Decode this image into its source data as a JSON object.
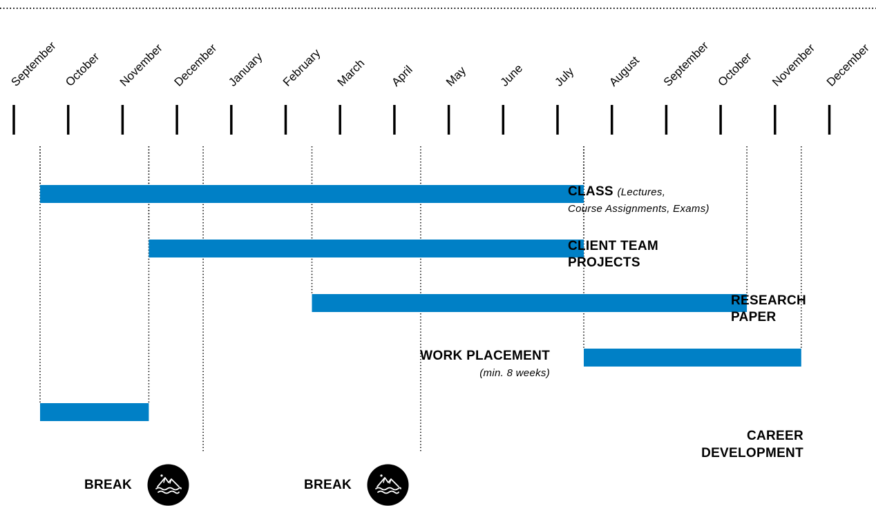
{
  "months": [
    "September",
    "October",
    "November",
    "December",
    "January",
    "February",
    "March",
    "April",
    "May",
    "June",
    "July",
    "August",
    "September",
    "October",
    "November",
    "December"
  ],
  "activities": [
    {
      "name": "CLASS",
      "detail_line1": "(Lectures,",
      "detail_line2": "Course Assignments, Exams)",
      "start": "September",
      "end": "July"
    },
    {
      "name_line1": "CLIENT TEAM",
      "name_line2": "PROJECTS",
      "start": "November",
      "end": "July"
    },
    {
      "name_line1": "RESEARCH",
      "name_line2": "PAPER",
      "start": "February",
      "end": "October"
    },
    {
      "name": "WORK PLACEMENT",
      "detail": "(min. 8 weeks)",
      "start": "July",
      "end": "November"
    },
    {
      "name_line1": "CAREER",
      "name_line2": "DEVELOPMENT",
      "start": "September",
      "end": "November"
    }
  ],
  "breaks": [
    {
      "label": "BREAK",
      "icon": "mountain-wave-icon",
      "month": "December"
    },
    {
      "label": "BREAK",
      "icon": "mountain-wave-icon",
      "month": "April"
    }
  ],
  "colors": {
    "bar": "#0080c6",
    "text": "#000000",
    "icon_bg": "#000000",
    "icon_fg": "#ffffff"
  }
}
